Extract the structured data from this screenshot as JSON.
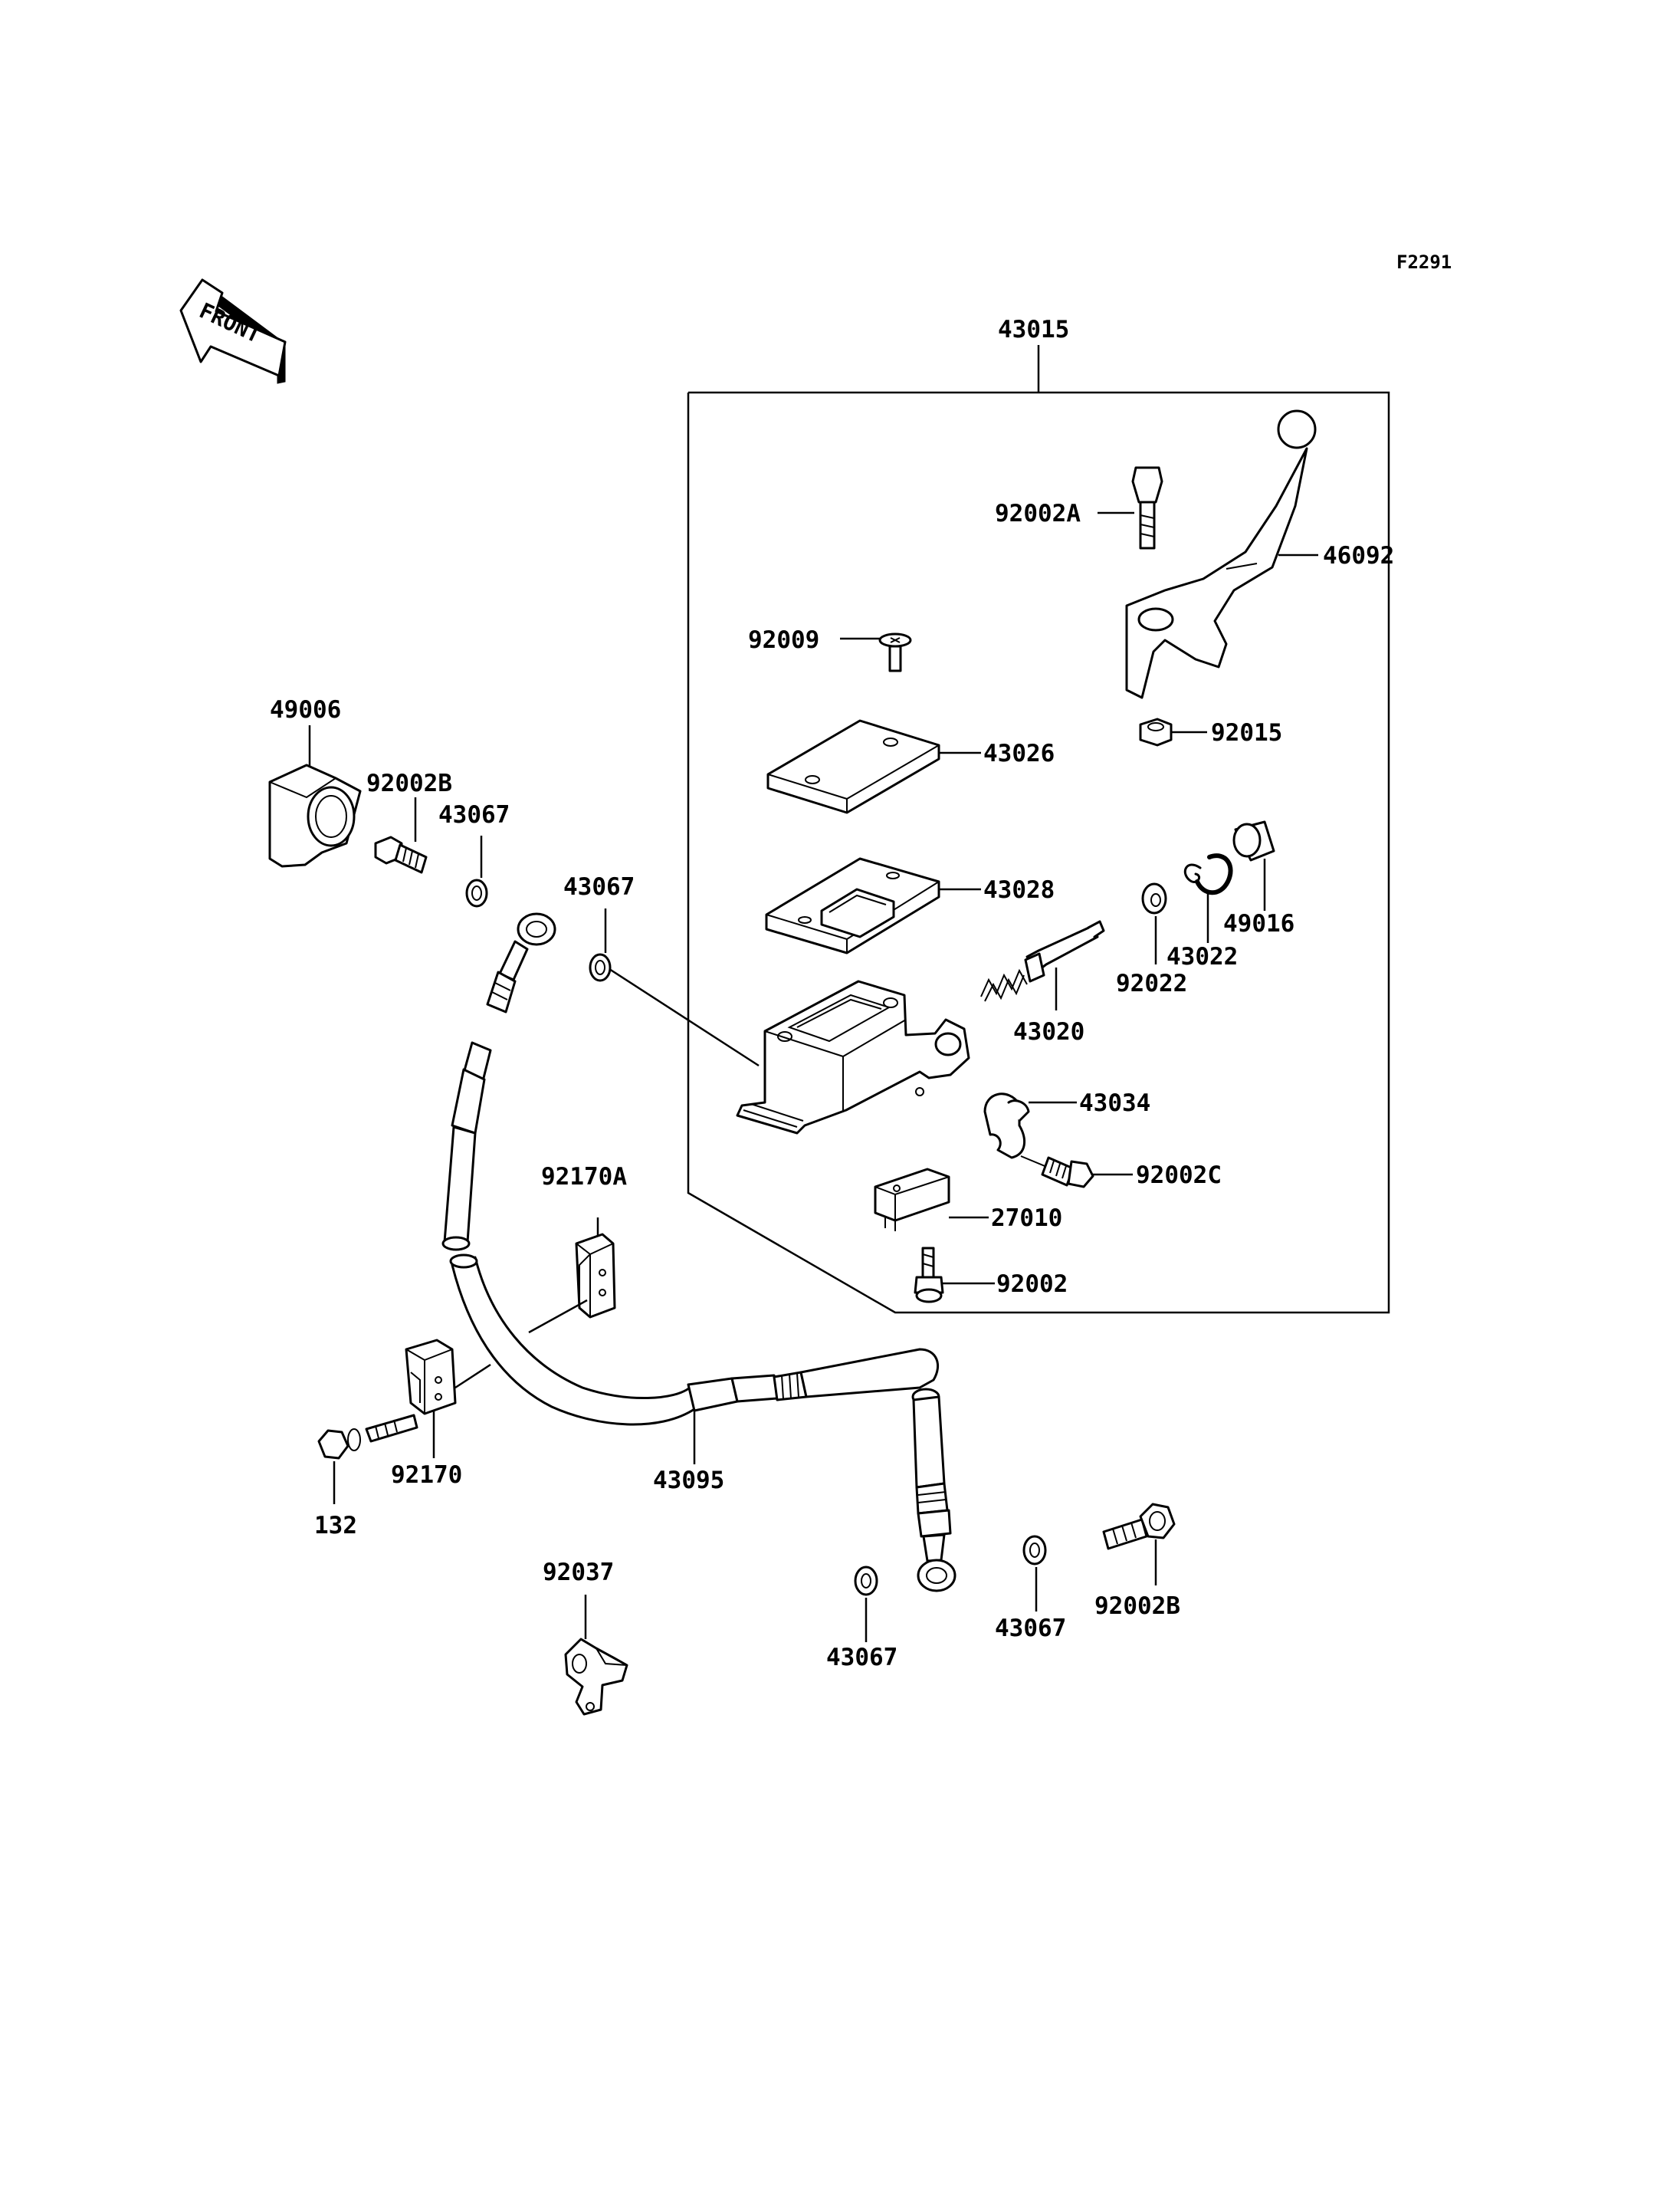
{
  "figure_code": "F2291",
  "front_label": "FRONT",
  "assembly_label": "43015",
  "labels": {
    "p49006": "49006",
    "p92002B_top": "92002B",
    "p43067_top_left": "43067",
    "p43067_hose_top": "43067",
    "p92002A": "92002A",
    "p46092": "46092",
    "p92009": "92009",
    "p43026": "43026",
    "p92015": "92015",
    "p43028": "43028",
    "p49016": "49016",
    "p43022": "43022",
    "p92022": "92022",
    "p43020": "43020",
    "p43034": "43034",
    "p92002C": "92002C",
    "p27010": "27010",
    "p92002": "92002",
    "p92170A": "92170A",
    "p92170": "92170",
    "p132": "132",
    "p43095": "43095",
    "p92037": "92037",
    "p43067_bottom_mid": "43067",
    "p43067_bottom_right": "43067",
    "p92002B_bottom": "92002B"
  }
}
